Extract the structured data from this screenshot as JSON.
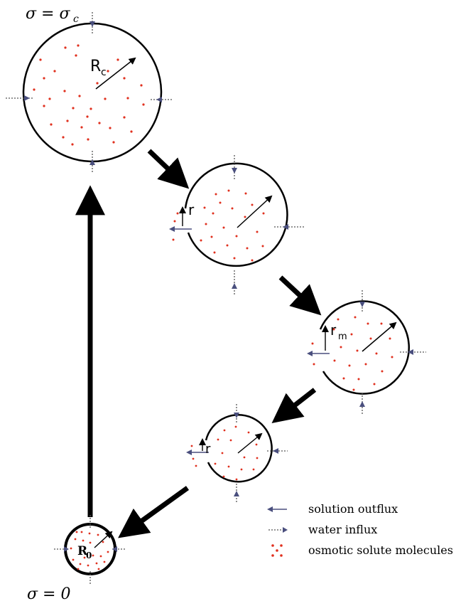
{
  "labels": {
    "sigma_top": "σ = σ",
    "sigma_top_sub": "c",
    "sigma_bottom": "σ = 0",
    "radius_critical": "R",
    "radius_critical_sub": "c",
    "radius_crack": "r",
    "radius_max": "r",
    "radius_max_sub": "m",
    "radius_crack_small": "r",
    "radius_initial": "R",
    "radius_initial_sub": "0"
  },
  "legend": {
    "items": [
      {
        "label": "solution outflux",
        "icon": "solid-arrow-left-icon"
      },
      {
        "label": "water influx",
        "icon": "dotted-arrow-right-icon"
      },
      {
        "label": "osmotic solute molecules",
        "icon": "red-dots-icon"
      }
    ]
  },
  "colors": {
    "circle": "#000000",
    "outflux_arrow": "#5a5f8c",
    "influx_arrow": "#6a6f9a",
    "solute": "#e0301e",
    "cycle_arrow": "#000000"
  }
}
